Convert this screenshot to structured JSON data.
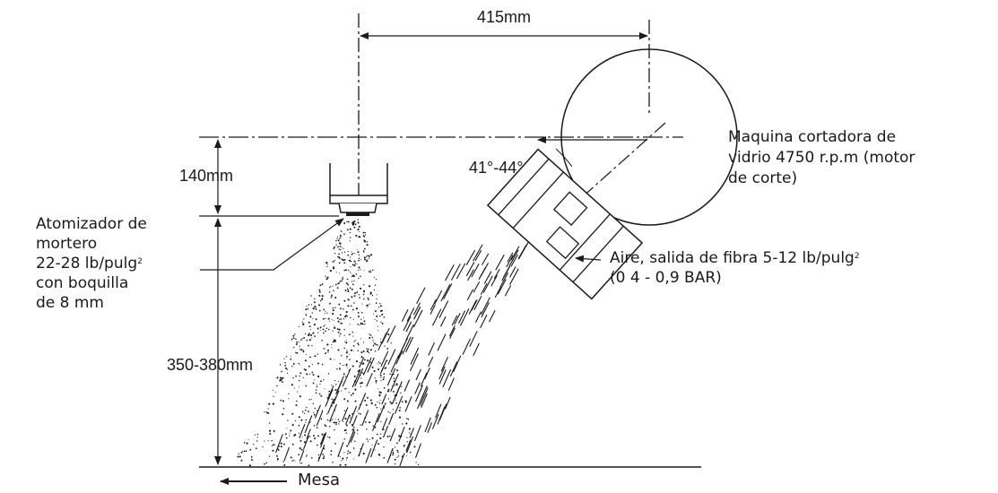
{
  "dimensions": {
    "horizontal_distance": "415mm",
    "height_upper": "140mm",
    "height_spray": "350-380mm",
    "angle": "41°-44°"
  },
  "labels": {
    "cutter_line1": "Maquina cortadora de",
    "cutter_line2": "vidrio 4750 r.p.m (motor",
    "cutter_line3": "de corte)",
    "atomizer_line1": "Atomizador de",
    "atomizer_line2": "mortero",
    "atomizer_line3_main": "22-28 lb/pulg",
    "atomizer_line3_sup": "2",
    "atomizer_line4": "con boquilla",
    "atomizer_line5": "de 8 mm",
    "air_line1_main": "Aire, salida de fibra 5-12 lb/pulg",
    "air_line1_sup": "2",
    "air_line2": "(0 4 - 0,9 BAR)",
    "table": "Mesa"
  }
}
